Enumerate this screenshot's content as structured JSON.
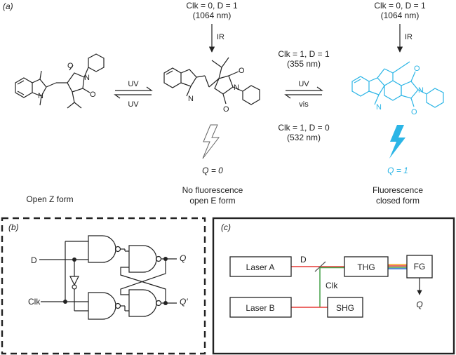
{
  "panel_a": {
    "label": "(a)",
    "top_condition_1": {
      "line1": "Clk = 0, D = 1",
      "line2": "(1064 nm)",
      "arrow": "IR"
    },
    "top_condition_2": {
      "line1": "Clk = 0, D = 1",
      "line2": "(1064 nm)",
      "arrow": "IR"
    },
    "arrow_left": {
      "top": "UV",
      "bottom": "UV"
    },
    "arrow_right": {
      "top": "UV",
      "bottom": "vis"
    },
    "condition_355": {
      "line1": "Clk = 1, D = 1",
      "line2": "(355 nm)"
    },
    "condition_532": {
      "line1": "Clk = 1, D = 0",
      "line2": "(532 nm)"
    },
    "q0": "Q = 0",
    "q1": "Q = 1",
    "caption_left": "Open Z form",
    "caption_mid_1": "No fluorescence",
    "caption_mid_2": "open E form",
    "caption_right_1": "Fluorescence",
    "caption_right_2": "closed form",
    "atoms": {
      "N": "N",
      "O": "O"
    },
    "colors": {
      "closed_form": "#2bb5e6",
      "ink": "#222222"
    }
  },
  "panel_b": {
    "label": "(b)",
    "input_d": "D",
    "input_clk": "Clk",
    "output_q": "Q",
    "output_qbar": "Q′"
  },
  "panel_c": {
    "label": "(c)",
    "laser_a": "Laser A",
    "laser_b": "Laser B",
    "thg": "THG",
    "shg": "SHG",
    "fg": "FG",
    "beam_d": "D",
    "beam_clk": "Clk",
    "output_q": "Q",
    "beam_colors": {
      "ir": "#e53935",
      "green": "#43a047",
      "uv": "#1e63c8",
      "orange": "#f5a623"
    }
  }
}
